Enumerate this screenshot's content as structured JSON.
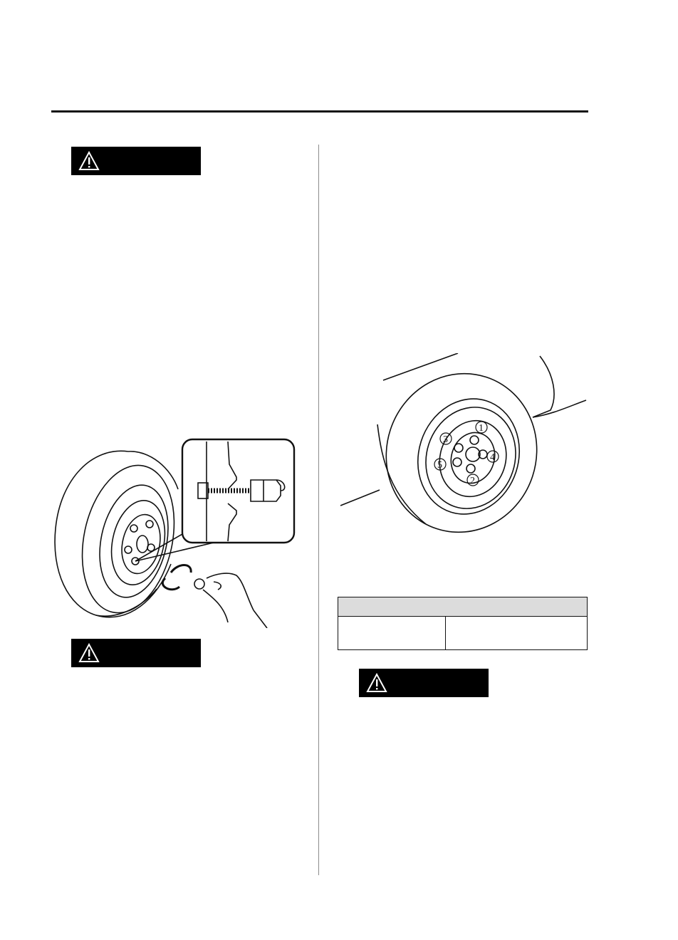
{
  "page": {
    "warning_icon": "warning-triangle-icon",
    "warning_labels": [
      "",
      "",
      ""
    ],
    "torque_table": {
      "header": "",
      "cells": [
        "",
        ""
      ]
    }
  },
  "illustrations": {
    "lug_nut_detail": {
      "icons": [
        "wheel-icon",
        "lug-nut-icon",
        "hand-icon",
        "rotation-arrow-icon"
      ]
    },
    "tightening_sequence": {
      "icons": [
        "wheel-icon",
        "lug-nut-icon"
      ],
      "sequence_labels": [
        "1",
        "2",
        "3",
        "4",
        "5"
      ]
    }
  },
  "colors": {
    "ink": "#111111",
    "label_bg": "#000000",
    "table_header_bg": "#dcdcdc",
    "divider": "#8c8c8c"
  }
}
